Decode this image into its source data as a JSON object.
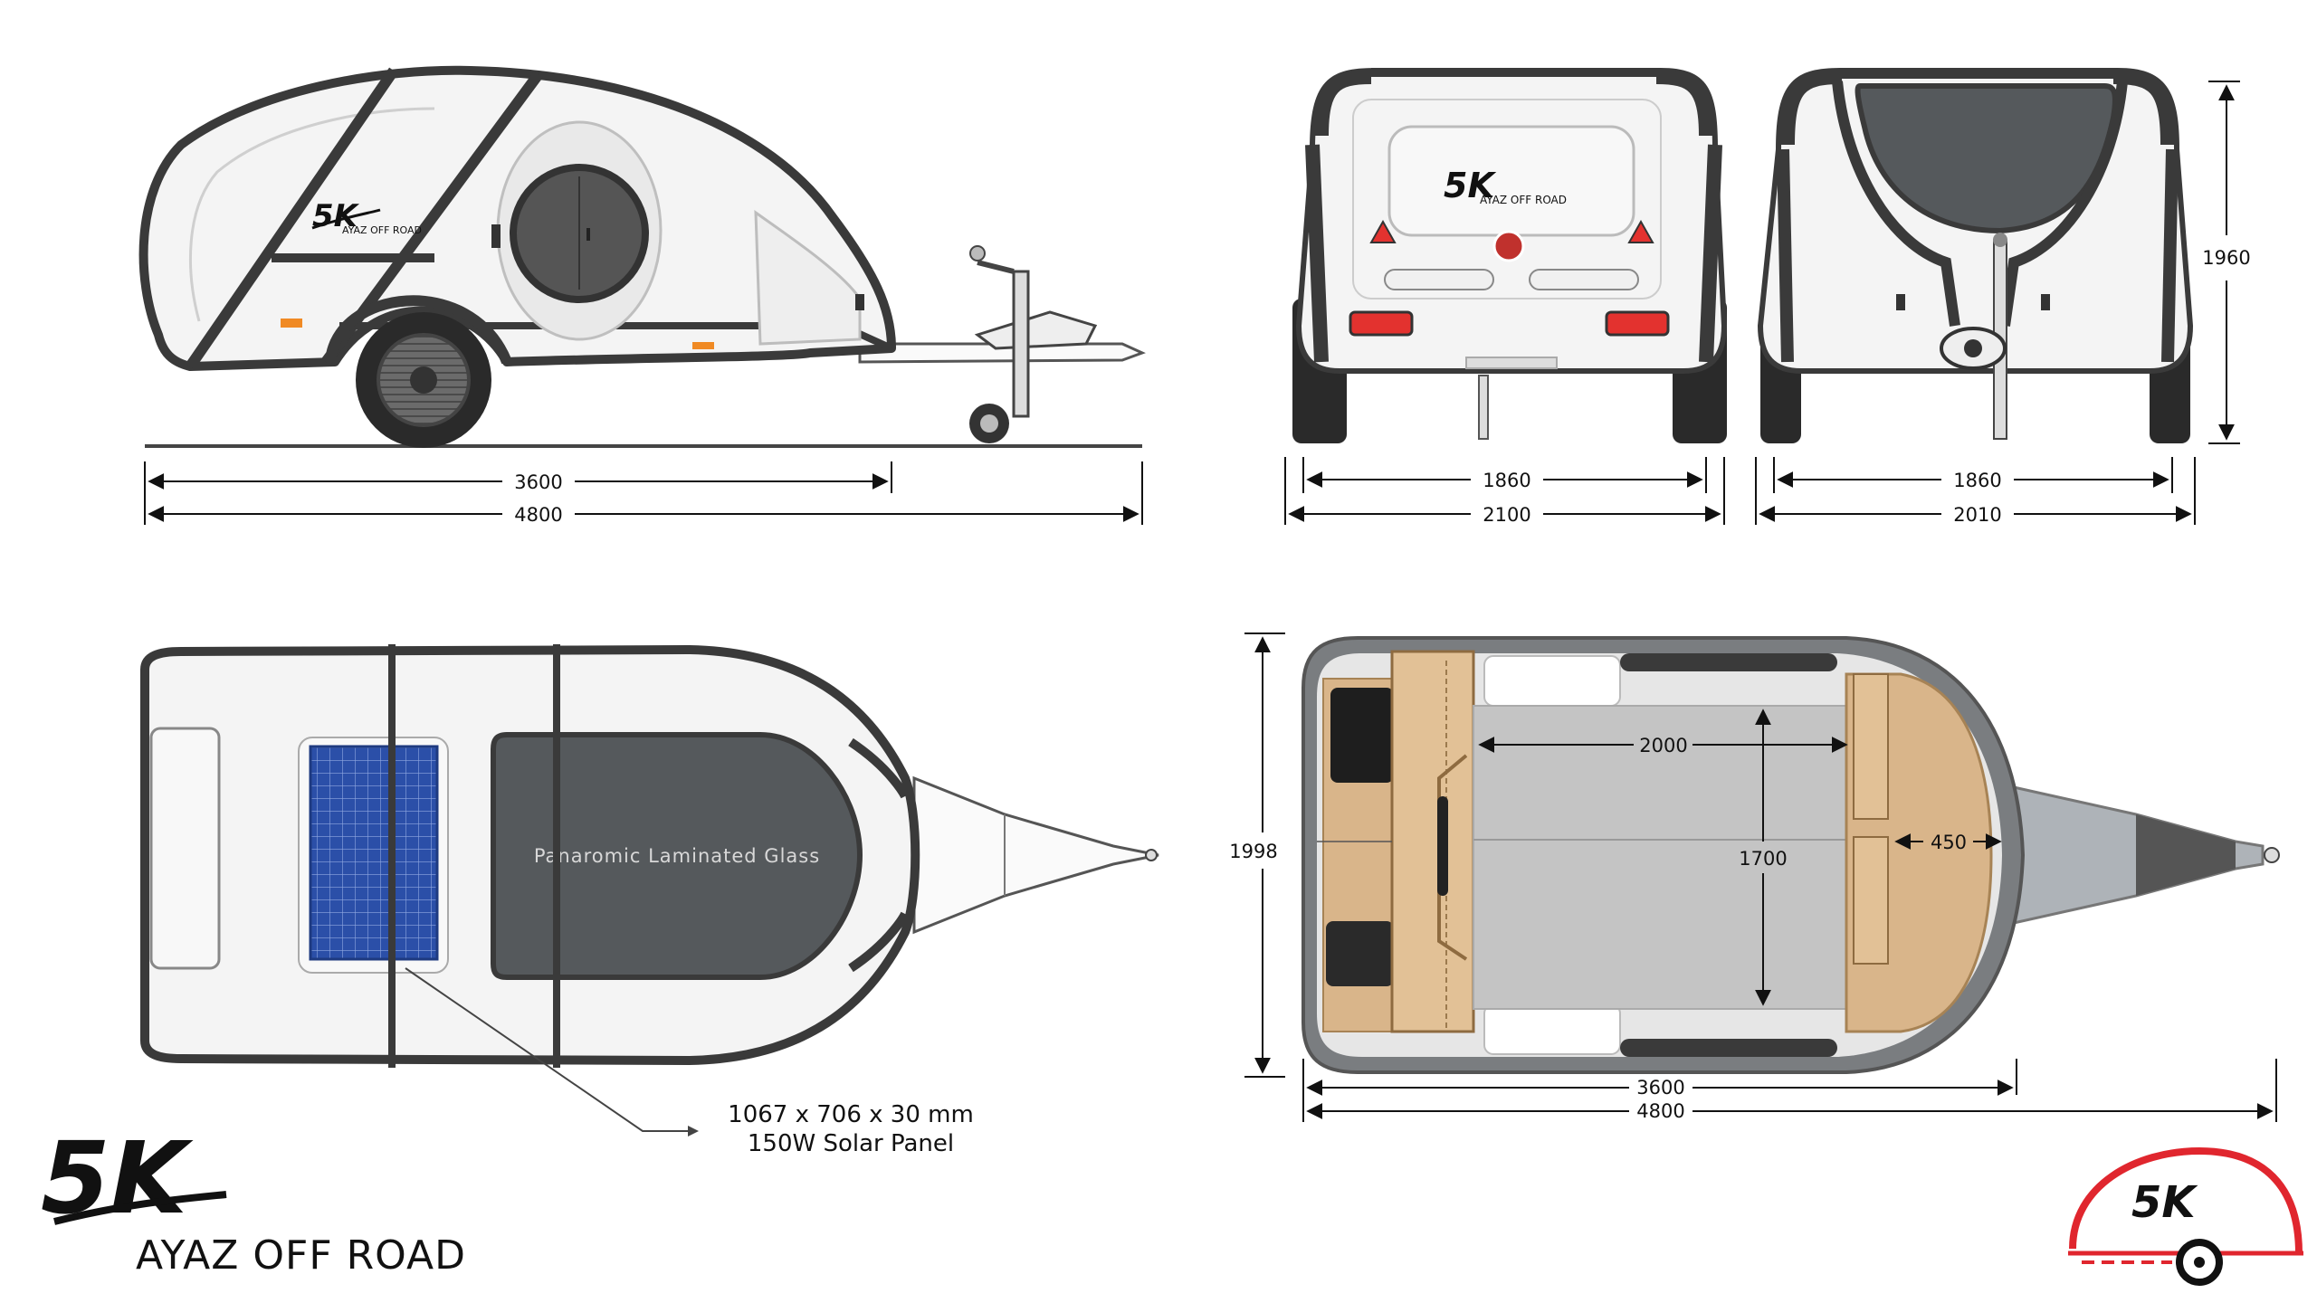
{
  "brand": {
    "mark": "5K",
    "name": "AYAZ OFF ROAD",
    "emblem_mark": "5K",
    "colors": {
      "red": "#e0262e",
      "black": "#1a1a1a"
    }
  },
  "side_view": {
    "decal": {
      "mark": "5K",
      "name": "AYAZ OFF ROAD"
    },
    "dims": {
      "body_length": "3600",
      "total_length": "4800"
    }
  },
  "rear_view": {
    "decal": {
      "mark": "5K",
      "name": "AYAZ OFF ROAD"
    },
    "dims": {
      "axle_track": "1860",
      "overall_width": "2100"
    }
  },
  "front_view": {
    "dims": {
      "axle_track": "1860",
      "overall_width": "2010",
      "height": "1960"
    }
  },
  "top_view": {
    "glass_label": "Panaromic Laminated Glass",
    "solar_line1": "1067 x 706 x 30 mm",
    "solar_line2": "150W  Solar Panel"
  },
  "floor_plan": {
    "dims": {
      "width": "1998",
      "bed_length": "2000",
      "bed_width": "1700",
      "kitchen_depth": "450",
      "body_length": "3600",
      "total_length": "4800"
    }
  },
  "palette": {
    "frame": "#3a3a3a",
    "body": "#f2f2f2",
    "glass": "#55595c",
    "wood": "#d9b58a",
    "fabric": "#c4c4c4",
    "solar": "#2b4fa8",
    "amber": "#f08a24",
    "tail_red": "#e3322f"
  }
}
